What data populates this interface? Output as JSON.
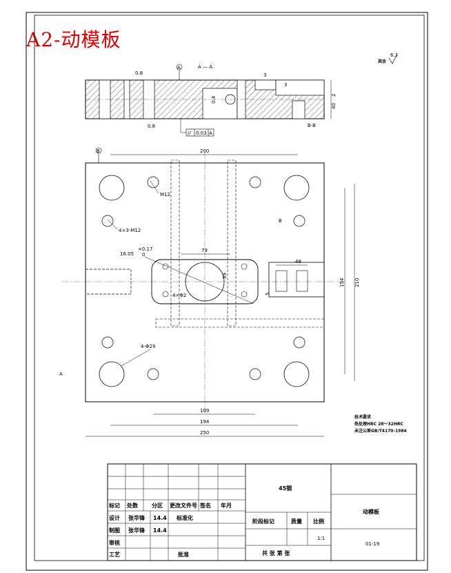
{
  "corner_title": "A2-动模板",
  "roughness": {
    "label": "其余",
    "value": "6.3"
  },
  "section_label": "A — A",
  "datum_a": "A",
  "datum_b": "B",
  "flatness_symbol": "//",
  "flatness_value": "0.03",
  "flatness_datum": "A",
  "section_dims": {
    "surf_top": "0.8",
    "surf_bottom": "0.8",
    "side_roughness": "0.4",
    "small_3": "3",
    "small_3b": "3",
    "h_40": "40",
    "h_2": "2",
    "bb_label": "B-B"
  },
  "plan_dims": {
    "d200": "200",
    "d79": "79",
    "d48": "48",
    "d109": "109",
    "d194": "194",
    "d250": "250",
    "d210": "210",
    "d154": "154",
    "d16": "16.05",
    "tol017": "+0.17",
    "tol0": "0",
    "m12_top": "M12",
    "m12_4x": "4×3-M12",
    "hole_4x": "4×Φ2",
    "hole_429": "4-Φ29",
    "cut_a": "A",
    "cut_b": "B",
    "inner_39": "39",
    "inner_5": "5"
  },
  "tech_notes": [
    "技术要求",
    "热处理HRC 28～32HRC",
    "未注公差GB/T4170-1984"
  ],
  "title_block": {
    "material": "45钢",
    "part_name": "动模板",
    "drawing_no": "01-19",
    "scale": "1:1",
    "sheet_info": "共 张 第 张",
    "headers": [
      "标记",
      "处数",
      "分区",
      "更改文件号",
      "签名",
      "年月"
    ],
    "design_label": "设计",
    "design_name": "张华锋",
    "design_date": "14.4",
    "standard_label": "标准化",
    "draw_label": "制图",
    "draw_name": "张华锋",
    "draw_date": "14.4",
    "review_label": "审核",
    "process_label": "工艺",
    "approve_label": "批准",
    "stage_label": "阶段标记",
    "weight_label": "质量",
    "ratio_label": "比例"
  }
}
